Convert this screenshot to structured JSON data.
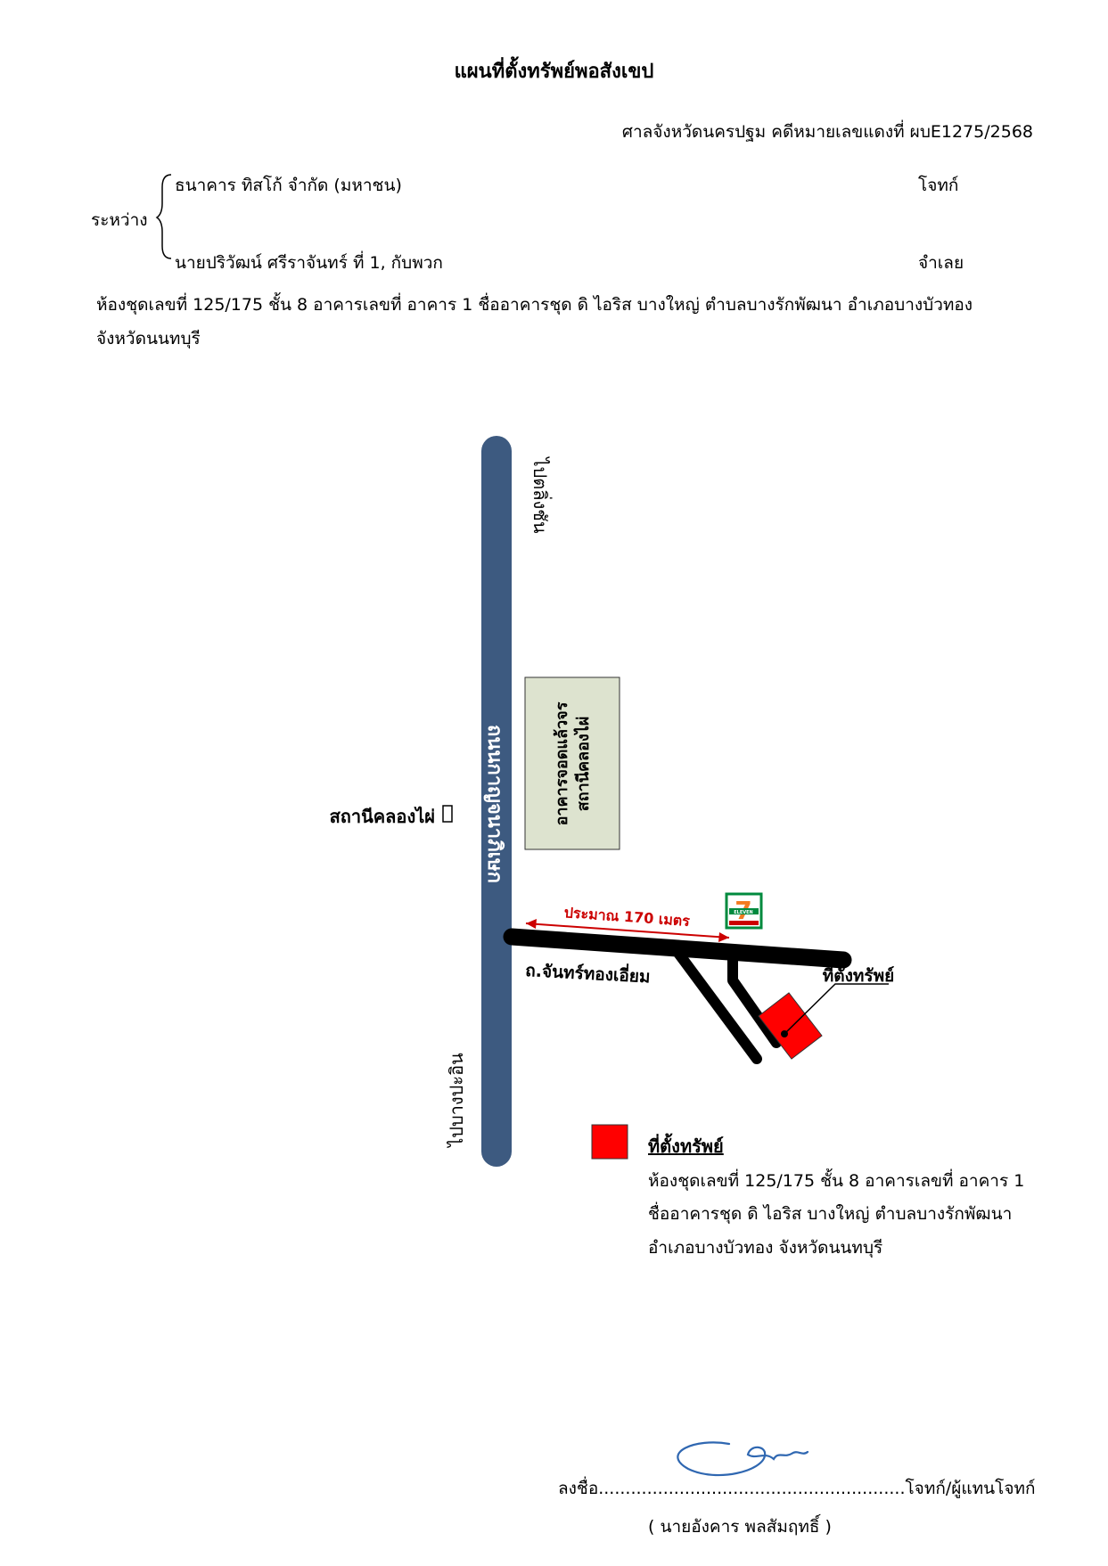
{
  "header": {
    "title": "แผนที่ตั้งทรัพย์พอสังเขป",
    "court_line": "ศาลจังหวัดนครปฐม คดีหมายเลขแดงที่ ผบE1275/2568"
  },
  "parties": {
    "between_label": "ระหว่าง",
    "plaintiff_name": "ธนาคาร ทิสโก้ จำกัด (มหาชน)",
    "plaintiff_role": "โจทก์",
    "defendant_name": "นายปริวัฒน์ ศรีราจันทร์ ที่ 1, กับพวก",
    "defendant_role": "จำเลย"
  },
  "property_address": {
    "line1": "ห้องชุดเลขที่ 125/175 ชั้น 8 อาคารเลขที่ อาคาร 1 ชื่ออาคารชุด ดิ ไอริส บางใหญ่ ตำบลบางรักพัฒนา อำเภอบางบัวทอง",
    "line2": "จังหวัดนนทบุรี"
  },
  "map": {
    "main_road": "ถนนกาญจนาภิเษก",
    "to_north": "ไปตลิ่งชัน",
    "to_south": "ไปบางปะอิน",
    "station": "สถานีคลองไผ่",
    "station_symbol": "▯",
    "parking_line1": "อาคารจอดแล้วจร",
    "parking_line2": "สถานีคลองไผ่",
    "distance": "ประมาณ 170 เมตร",
    "side_road": "ถ.จันทร์ทองเอี่ยม",
    "property_label": "ที่ตั้งทรัพย์",
    "store_number": "7",
    "store_text": "ELEVEN",
    "colors": {
      "main_road": "#3d5a80",
      "side_road": "#000000",
      "property": "#ff0000",
      "distance": "#cc0000",
      "parking_fill": "#dde3cf",
      "store_green": "#008a3e",
      "store_orange": "#f47b20"
    }
  },
  "legend": {
    "title": "ที่ตั้งทรัพย์",
    "line1": "ห้องชุดเลขที่ 125/175 ชั้น 8 อาคารเลขที่ อาคาร 1",
    "line2": "ชื่ออาคารชุด ดิ ไอริส บางใหญ่ ตำบลบางรักพัฒนา",
    "line3": "อำเภอบางบัวทอง จังหวัดนนทบุรี"
  },
  "signature": {
    "line": "ลงชื่อ.........................................................โจทก์/ผู้แทนโจทก์",
    "name": "( นายอังคาร พลสัมฤทธิ์ )"
  }
}
